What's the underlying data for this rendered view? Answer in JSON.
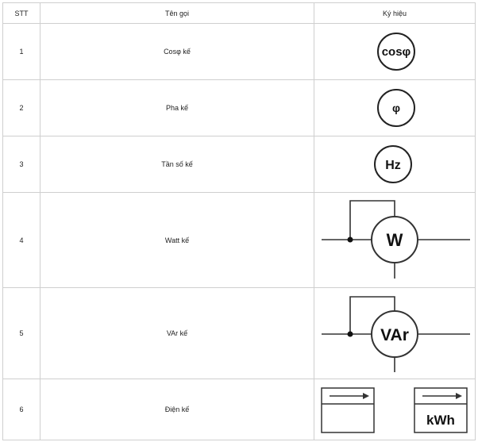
{
  "table": {
    "headers": {
      "stt": "STT",
      "name": "Tên gọi",
      "symbol": "Ký hiệu"
    },
    "rows": [
      {
        "stt": "1",
        "name": "Cosφ kế",
        "symbol_text": "cosφ",
        "symbol_icon": "power-factor-meter-icon"
      },
      {
        "stt": "2",
        "name": "Pha kế",
        "symbol_text": "φ",
        "symbol_icon": "phase-meter-icon"
      },
      {
        "stt": "3",
        "name": "Tần số kế",
        "symbol_text": "Hz",
        "symbol_icon": "frequency-meter-icon"
      },
      {
        "stt": "4",
        "name": "Watt kế",
        "symbol_text": "W",
        "symbol_icon": "wattmeter-icon"
      },
      {
        "stt": "5",
        "name": "VAr kế",
        "symbol_text": "VAr",
        "symbol_icon": "var-meter-icon"
      },
      {
        "stt": "6",
        "name": "Điện kế",
        "symbol_text": "kWh",
        "symbol_icon": "energy-meter-icon"
      }
    ]
  }
}
